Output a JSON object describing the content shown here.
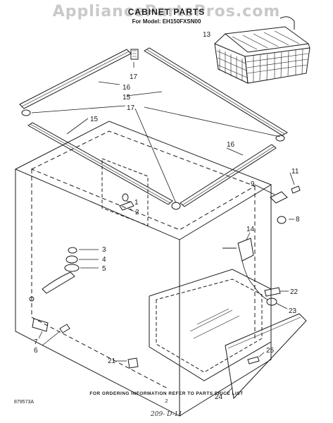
{
  "watermark": "AppliancePartsPros.com",
  "title": "CABINET PARTS",
  "model": "For Model: EH150FXSN00",
  "footer_note": "FOR ORDERING INFORMATION REFER TO PARTS PRICE LIST",
  "page_number": "2",
  "diagram_code": "879573A",
  "handwriting": "209- D-11",
  "callouts": {
    "c13": "13",
    "c17a": "17",
    "c16a": "16",
    "c15a": "15",
    "c17b": "17",
    "c15b": "15",
    "c16b": "16",
    "c11": "11",
    "c9": "9",
    "c8": "8",
    "c1": "1",
    "c2": "2",
    "c14": "14",
    "c3": "3",
    "c4": "4",
    "c5": "5",
    "c22": "22",
    "c23": "23",
    "c7": "7",
    "c6": "6",
    "c25": "25",
    "c21": "21",
    "c24": "24"
  },
  "colors": {
    "ink": "#1a1a1a",
    "watermark": "#c9c9c9",
    "paper": "#ffffff"
  }
}
